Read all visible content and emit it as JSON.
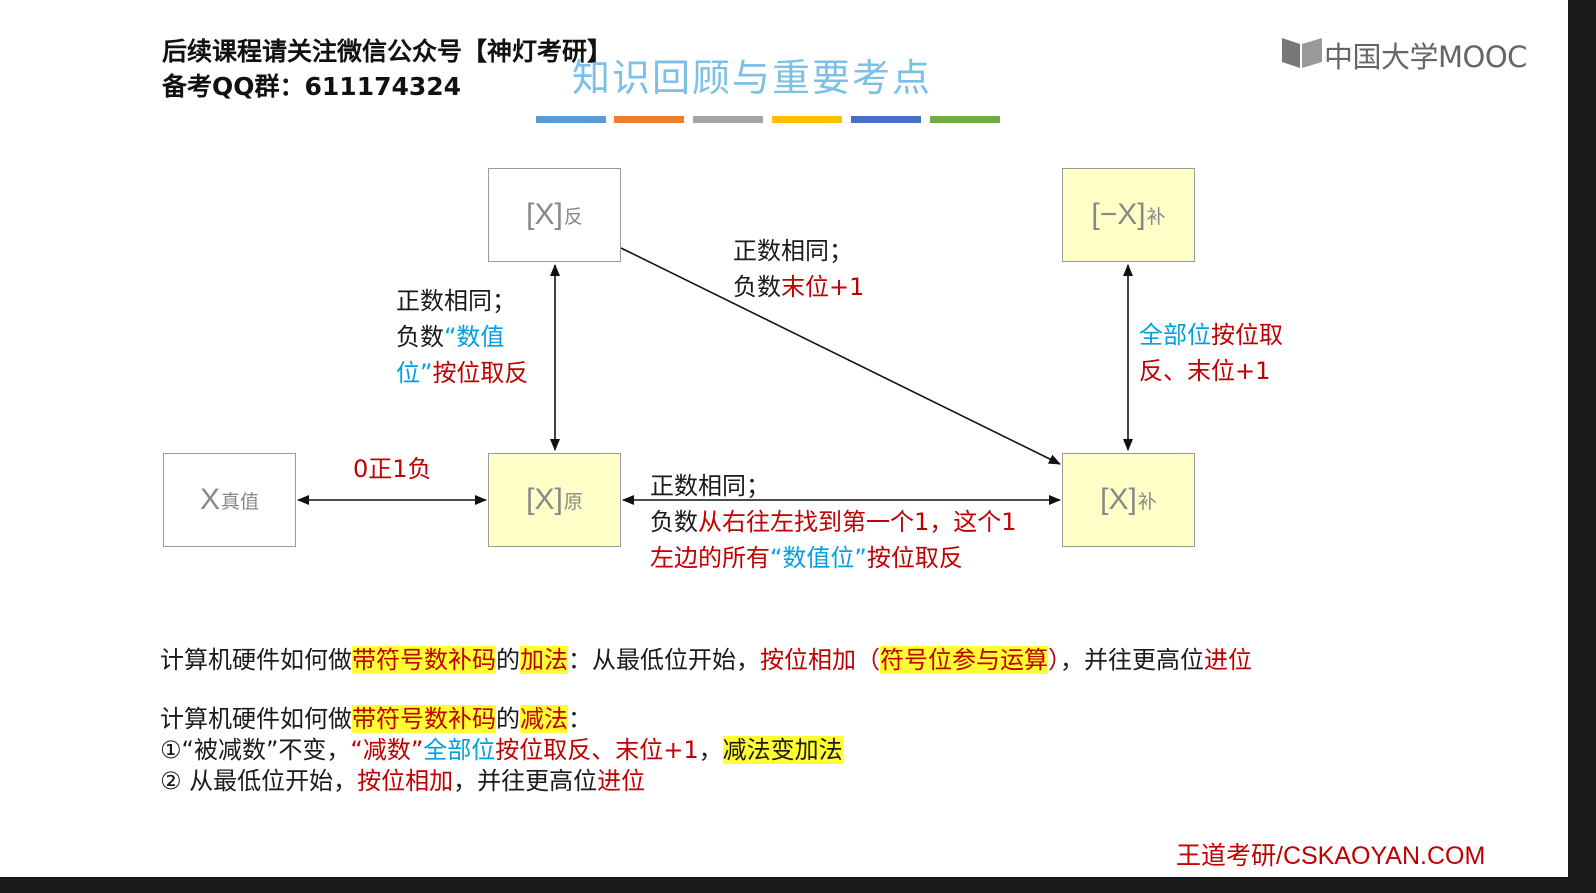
{
  "header": {
    "line1": "后续课程请关注微信公众号【神灯考研】",
    "line2": "备考QQ群：611174324"
  },
  "title": "知识回顾与重要考点",
  "logo": {
    "text": "中国大学MOOC",
    "icon": "mooc-book-icon"
  },
  "color_bars": [
    "#5b9bd5",
    "#ed7d31",
    "#a5a5a5",
    "#ffc000",
    "#4472c4",
    "#70ad47"
  ],
  "nodes": {
    "true_value": {
      "main": "X",
      "sub": "真值"
    },
    "original": {
      "main": "[X]",
      "sub": "原"
    },
    "ones": {
      "main": "[X]",
      "sub": "反"
    },
    "twos": {
      "main": "[X]",
      "sub": "补"
    },
    "neg_twos": {
      "main": "[−X]",
      "sub": "补"
    }
  },
  "edges": {
    "true_to_original": "0正1负",
    "original_to_ones": {
      "l1": "正数相同；",
      "l2a": "负数",
      "l2b": "“数值",
      "l3a": "位”",
      "l3b": "按位取反"
    },
    "ones_to_twos": {
      "l1": "正数相同；",
      "l2a": "负数",
      "l2b": "末位+1"
    },
    "twos_to_neg": {
      "l1a": "全部位",
      "l1b": "按位取",
      "l2": "反、末位+1"
    },
    "original_to_twos": {
      "l1": "正数相同；",
      "l2a": "负数",
      "l2b": "从右往左找到第一个1，这个1",
      "l3a": "左边的所有",
      "l3b": "“数值位”",
      "l3c": "按位取反"
    }
  },
  "notes": {
    "addition": {
      "a": "计算机硬件如何做",
      "b": "带符号数补码",
      "c": "的",
      "d": "加法",
      "e": "：从最低位开始，",
      "f": "按位相加（",
      "g": "符号位参与运算",
      "h": "）",
      "i": "，并往更高位",
      "j": "进位"
    },
    "subtraction": {
      "a": "计算机硬件如何做",
      "b": "带符号数补码",
      "c": "的",
      "d": "减法",
      "e": "："
    },
    "step1": {
      "a": "①“被减数”不变，",
      "b": "“减数”",
      "c": "全部位",
      "d": "按位取反、末位+1",
      "e": "，",
      "f": "减法变加法"
    },
    "step2": {
      "a": "② 从最低位开始，",
      "b": "按位相加",
      "c": "，并往更高位",
      "d": "进位"
    }
  },
  "footer": "王道考研/CSKAOYAN.COM"
}
